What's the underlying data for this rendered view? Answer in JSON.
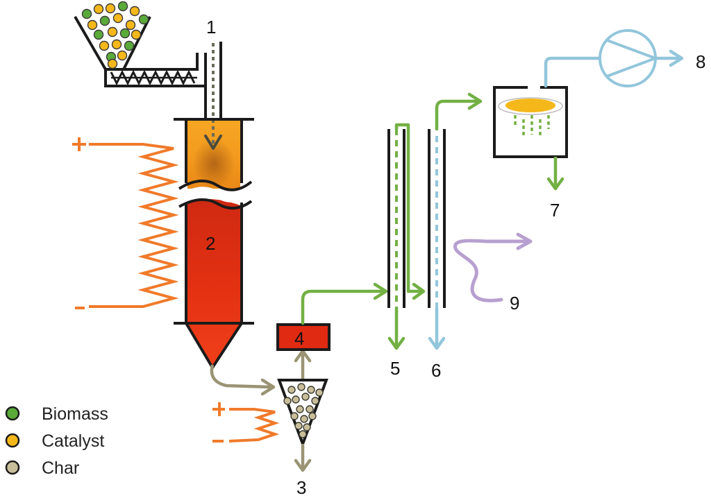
{
  "labels": {
    "feed_inlet": "1",
    "reactor": "2",
    "char_outlet": "3",
    "hot_filter": "4",
    "condenser_1_outlet": "5",
    "condenser_2_outlet": "6",
    "collector_outlet": "7",
    "gas_outlet": "8",
    "cooling_water": "9"
  },
  "legend": [
    {
      "label": "Biomass",
      "color": "#5aaa3a"
    },
    {
      "label": "Catalyst",
      "color": "#f5b81b"
    },
    {
      "label": "Char",
      "color": "#c8bf9a"
    }
  ],
  "colors": {
    "heater": "#f07a2a",
    "reactor_top": "#f39a1e",
    "reactor_body": "#e23012",
    "vapor": "#72b043",
    "char_flow": "#9a9474",
    "gas": "#92c6db",
    "cooling": "#b7a0cf",
    "outline": "#1b1b1b"
  },
  "icons": {
    "hopper": "hopper-icon",
    "screw_feeder": "screw-feeder-icon",
    "pump": "pump-icon"
  }
}
